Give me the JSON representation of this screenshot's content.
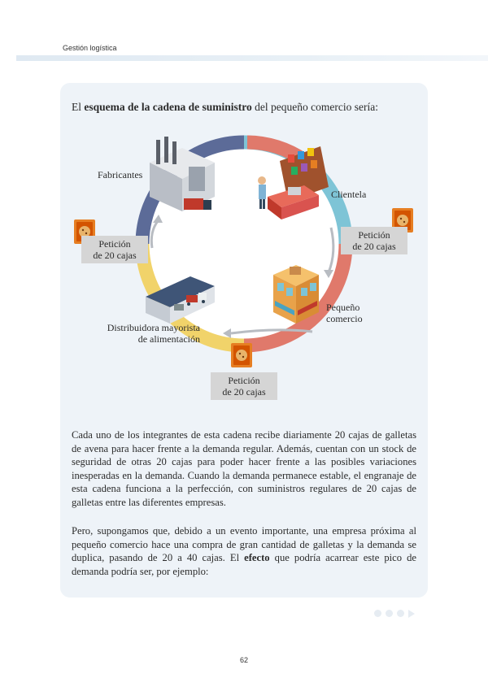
{
  "header": {
    "title": "Gestión logística"
  },
  "intro": {
    "pre": "El ",
    "bold": "esquema de la cadena de suministro",
    "post": " del pequeño comercio sería:"
  },
  "diagram": {
    "nodes": {
      "fabricantes": "Fabricantes",
      "clientela": "Clientela",
      "pequeno_comercio_1": "Pequeño",
      "pequeno_comercio_2": "comercio",
      "distribuidora_1": "Distribuidora mayorista",
      "distribuidora_2": "de alimentación"
    },
    "requests": [
      {
        "line1": "Petición",
        "line2": "de 20 cajas"
      },
      {
        "line1": "Petición",
        "line2": "de 20 cajas"
      },
      {
        "line1": "Petición",
        "line2": "de 20 cajas"
      }
    ],
    "ring_colors": [
      "#7ec4d6",
      "#e0796b",
      "#f1d36a",
      "#5c6b98"
    ]
  },
  "paragraphs": {
    "p1": "Cada uno de los integrantes de esta cadena recibe diariamente 20 cajas de galletas de avena para hacer frente a la demanda regular. Además, cuentan con un stock de seguridad de otras 20 cajas para poder hacer frente a las posibles variaciones inesperadas en la demanda. Cuando la demanda permanece estable, el engranaje de esta cadena funciona a la perfección, con suministros regulares de 20 cajas de galletas entre las diferentes empresas.",
    "p2_pre": "Pero, supongamos que, debido a un evento importante, una empresa próxima al pequeño comercio hace una compra de gran cantidad de galletas y la demanda se duplica, pasando de 20 a 40 cajas. El ",
    "p2_bold": "efecto",
    "p2_post": " que podría acarrear este pico de demanda podría ser, por ejemplo:"
  },
  "footer": {
    "page_number": "62"
  }
}
